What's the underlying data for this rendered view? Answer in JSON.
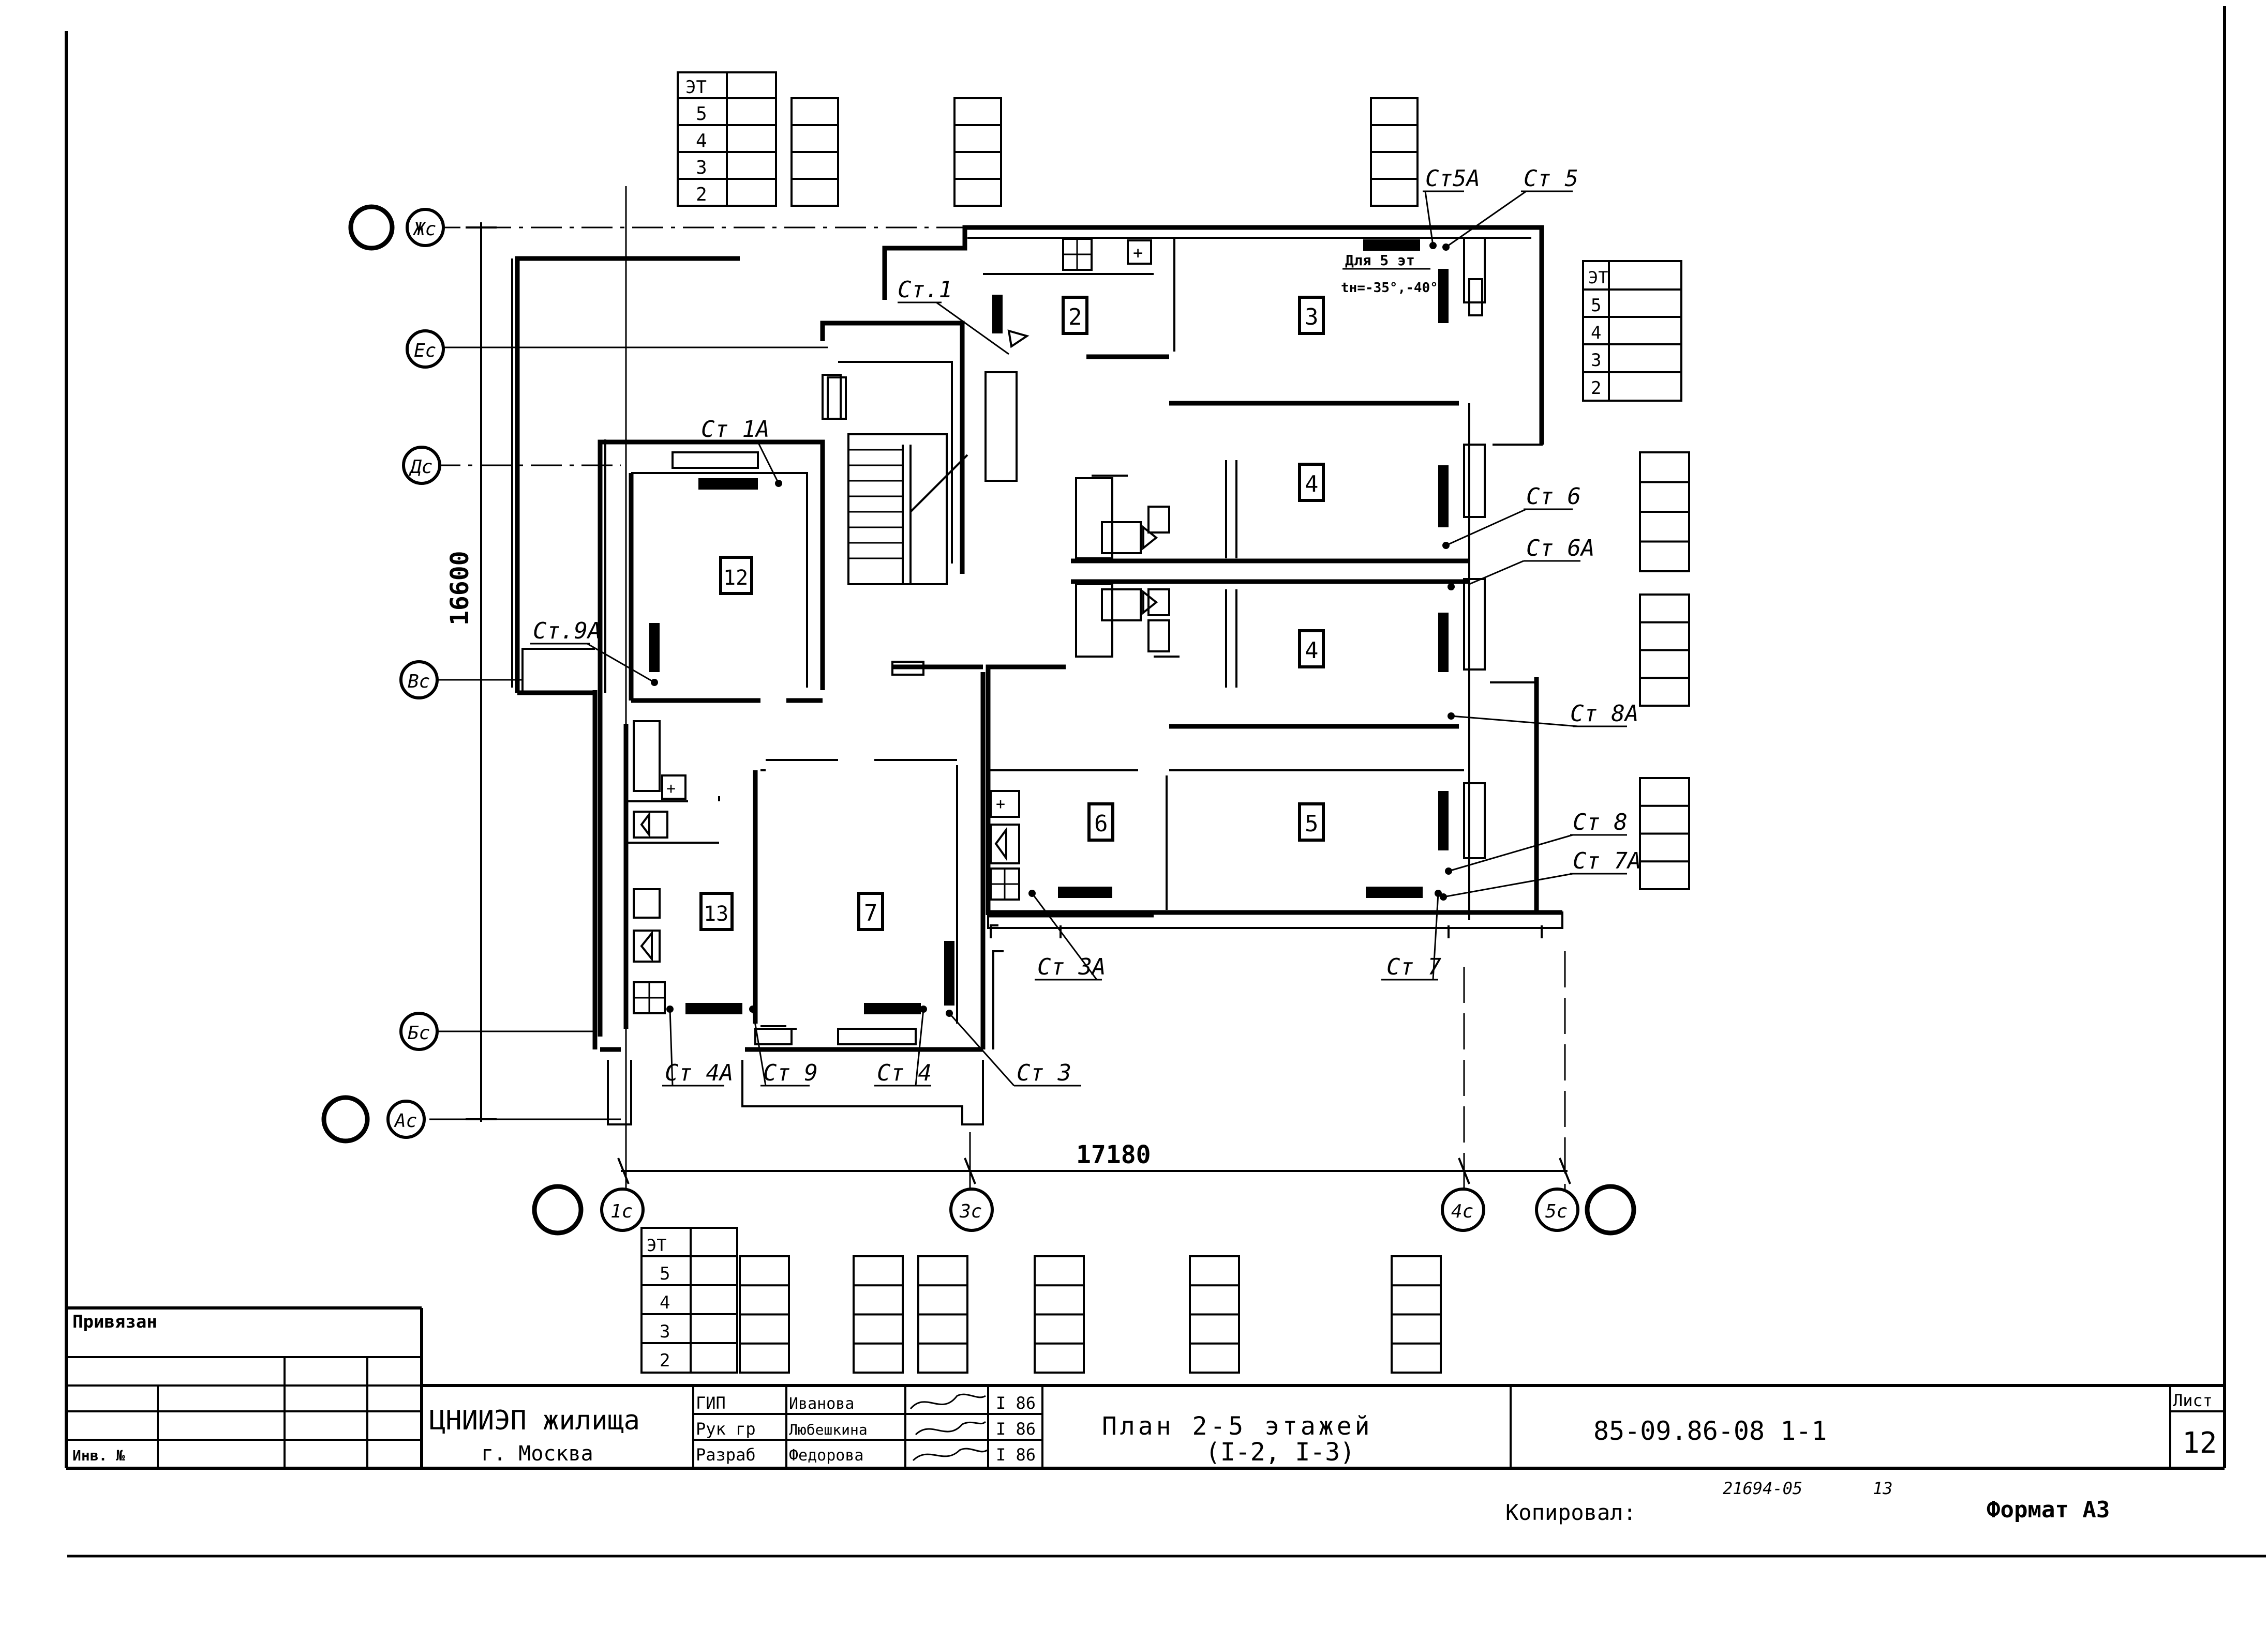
{
  "axes": {
    "rows": [
      "Жс",
      "Ес",
      "Дс",
      "Вс",
      "Бс",
      "Ас"
    ],
    "cols": [
      "1с",
      "3с",
      "4с",
      "5с"
    ]
  },
  "dimensions": {
    "width": "17180",
    "height": "16600"
  },
  "rooms": [
    "2",
    "3",
    "4",
    "4",
    "12",
    "6",
    "5",
    "13",
    "7"
  ],
  "risers": {
    "st1": "Ст.1",
    "st1a": "Ст 1А",
    "st5a": "Ст5А",
    "st5": "Ст 5",
    "st6": "Ст 6",
    "st6a": "Ст 6А",
    "st8a": "Ст 8А",
    "st8": "Ст 8",
    "st7a": "Ст 7А",
    "st7": "Ст 7",
    "st3a": "Ст 3А",
    "st3": "Ст 3",
    "st4": "Ст 4",
    "st4a": "Ст 4А",
    "st9": "Ст 9",
    "st9a": "Ст.9А"
  },
  "note": {
    "line1": "Для 5 эт",
    "line2": "tн=-35°,-40°"
  },
  "floor_table": {
    "header": "ЭТ",
    "floors": [
      "5",
      "4",
      "3",
      "2"
    ]
  },
  "title_block": {
    "privyazan": "Привязан",
    "inv": "Инв. №",
    "org_line1": "ЦНИИЭП жилища",
    "org_line2": "г. Москва",
    "roles": [
      "ГИП",
      "Рук гр",
      "Разраб"
    ],
    "names": [
      "Иванова",
      "Любешкина",
      "Федорова"
    ],
    "dates": [
      "I 86",
      "I 86",
      "I 86"
    ],
    "title_line1": "План 2-5 этажей",
    "title_line2": "(I-2, I-3)",
    "code": "85-09.86-08 1-1",
    "sheet_label": "Лист",
    "sheet_no": "12"
  },
  "footer": {
    "copied_label": "Копировал:",
    "copied_no": "21694-05",
    "copied_page": "13",
    "format": "Формат А3"
  }
}
